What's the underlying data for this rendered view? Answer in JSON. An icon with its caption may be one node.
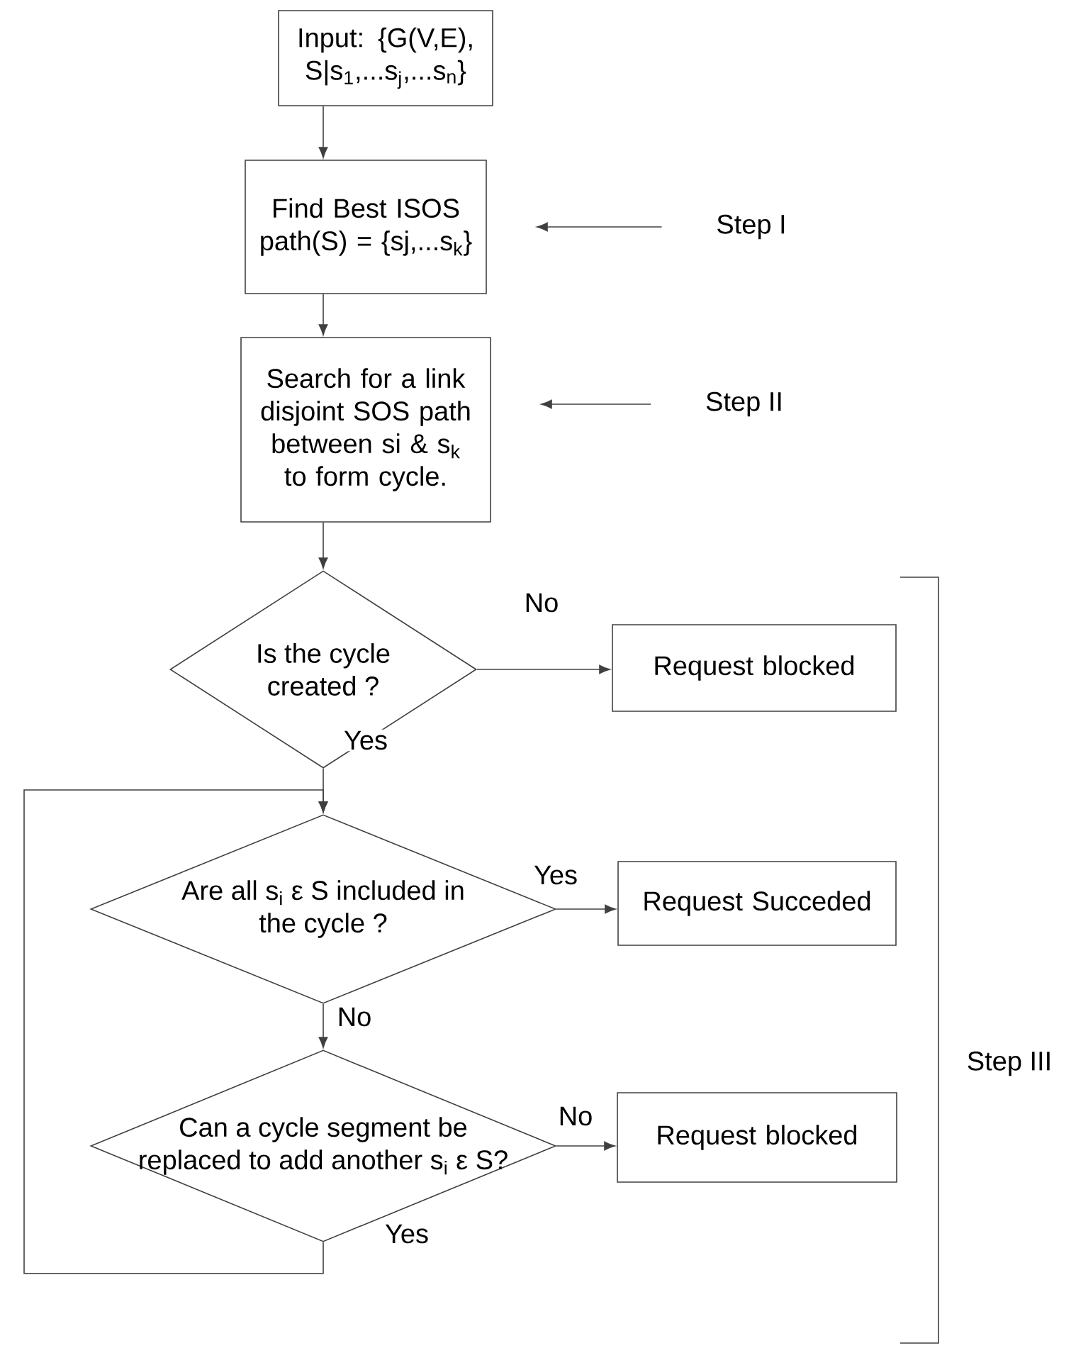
{
  "diagram": {
    "nodes": [
      {
        "text": [
          "Input: {G(V,E), S|s$_{1}$,...s$_{j}$,...s$_{n}$}"
        ]
      },
      {
        "text": [
          "Find Best ISOS path(S) = {sj,...s$_{k}$}"
        ]
      },
      {
        "text": [
          "Search for a link disjoint SOS path between si & s$_{k}$ to form cycle."
        ]
      },
      {
        "text": [
          "Is the cycle created ?"
        ]
      },
      {
        "text": [
          "Request blocked"
        ]
      },
      {
        "text": [
          "Are all s$_{i}$ ε S included in the cycle ?"
        ]
      },
      {
        "text": [
          "Request Succeded"
        ]
      },
      {
        "text": [
          "Can a cycle segment be replaced to add another s$_{i}$ ε S?"
        ]
      },
      {
        "text": [
          "Request blocked"
        ]
      },
      {
        "text": [
          "Step I"
        ]
      },
      {
        "text": [
          "Step II"
        ]
      }
    ],
    "edges": [
      {
        "from": 0,
        "to": 1,
        "arrow": "to"
      },
      {
        "from": 1,
        "to": 2,
        "arrow": "to"
      },
      {
        "from": 2,
        "to": 3,
        "arrow": "to"
      },
      {
        "from": 3,
        "to": 4,
        "arrow": "to",
        "label": "No"
      },
      {
        "from": 3,
        "to": 5,
        "arrow": "to",
        "label": "Yes"
      },
      {
        "from": 5,
        "to": 6,
        "arrow": "to",
        "label": "Yes"
      },
      {
        "from": 5,
        "to": 7,
        "arrow": "to",
        "label": "No"
      },
      {
        "from": 7,
        "to": 8,
        "arrow": "to",
        "label": "No"
      },
      {
        "from": 7,
        "to": 5,
        "arrow": "to",
        "label": "Yes"
      },
      {
        "from": 9,
        "to": 1,
        "arrow": "to"
      },
      {
        "from": 10,
        "to": 2,
        "arrow": "to"
      }
    ],
    "labels": [
      "Step III"
    ]
  }
}
